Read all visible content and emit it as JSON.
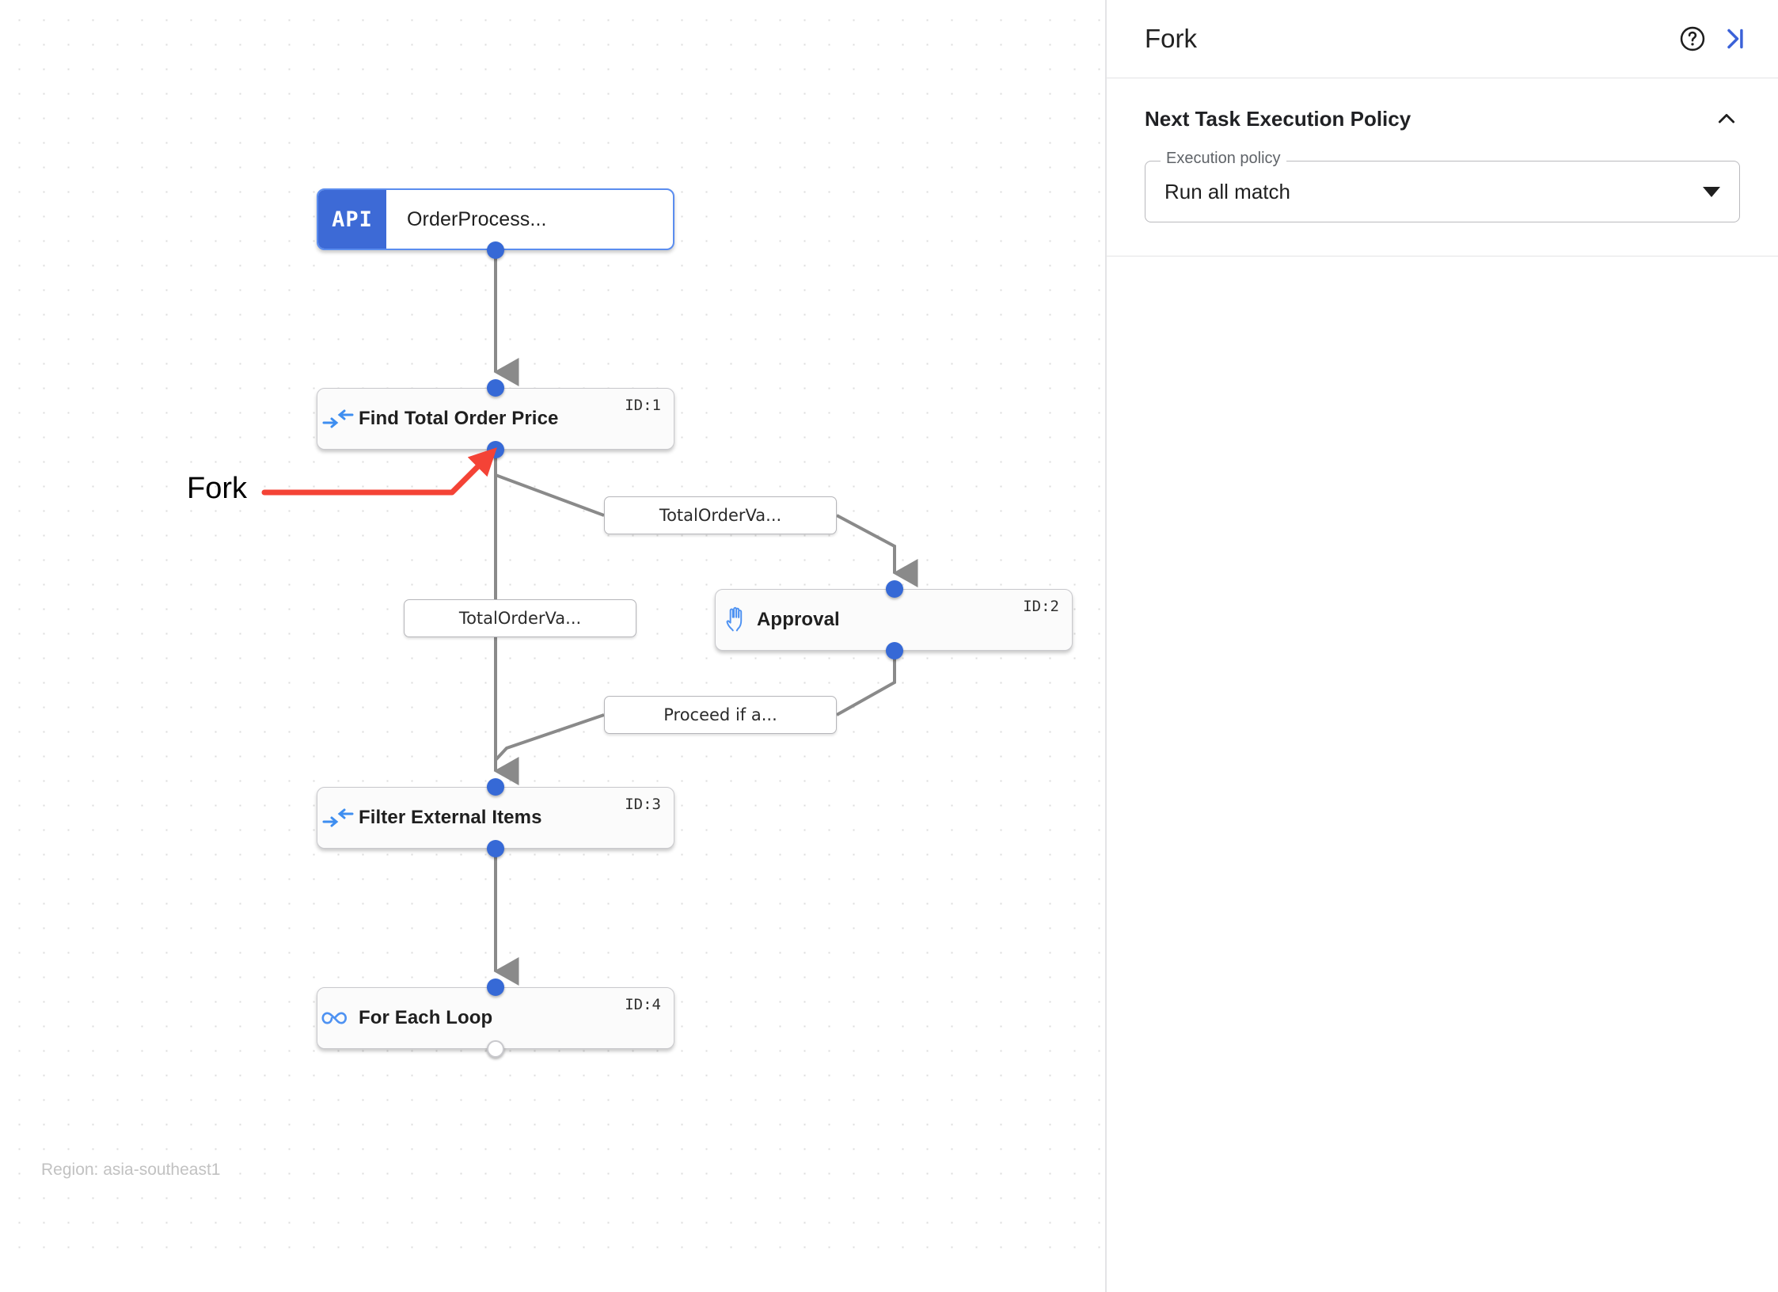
{
  "canvas": {
    "region_label": "Region: asia-southeast1",
    "annotation": {
      "label": "Fork",
      "color": "#f44336"
    },
    "nodes": [
      {
        "key": "start",
        "badge": "API",
        "title": "OrderProcess...",
        "id_label": "",
        "icon": "api-icon"
      },
      {
        "key": "n1",
        "title": "Find Total Order Price",
        "id_label": "ID:1",
        "icon": "merge-arrows-icon"
      },
      {
        "key": "n2",
        "title": "Approval",
        "id_label": "ID:2",
        "icon": "hand-icon"
      },
      {
        "key": "n3",
        "title": "Filter External Items",
        "id_label": "ID:3",
        "icon": "merge-arrows-icon"
      },
      {
        "key": "n4",
        "title": "For Each Loop",
        "id_label": "ID:4",
        "icon": "infinity-icon"
      }
    ],
    "edge_labels": [
      {
        "key": "a",
        "text": "TotalOrderVa..."
      },
      {
        "key": "b",
        "text": "TotalOrderVa..."
      },
      {
        "key": "c",
        "text": "Proceed if a..."
      }
    ]
  },
  "panel": {
    "title": "Fork",
    "help_icon": "help-circle-icon",
    "collapse_icon": "collapse-right-icon",
    "section": {
      "title": "Next Task Execution Policy",
      "chevron": "chevron-up-icon",
      "field": {
        "label": "Execution policy",
        "value": "Run all match",
        "options": [
          "Run all match"
        ]
      }
    }
  },
  "colors": {
    "accent_blue": "#3669d6",
    "node_border_selected": "#5b8def",
    "annotation_red": "#f44336",
    "edge_gray": "#808080"
  }
}
